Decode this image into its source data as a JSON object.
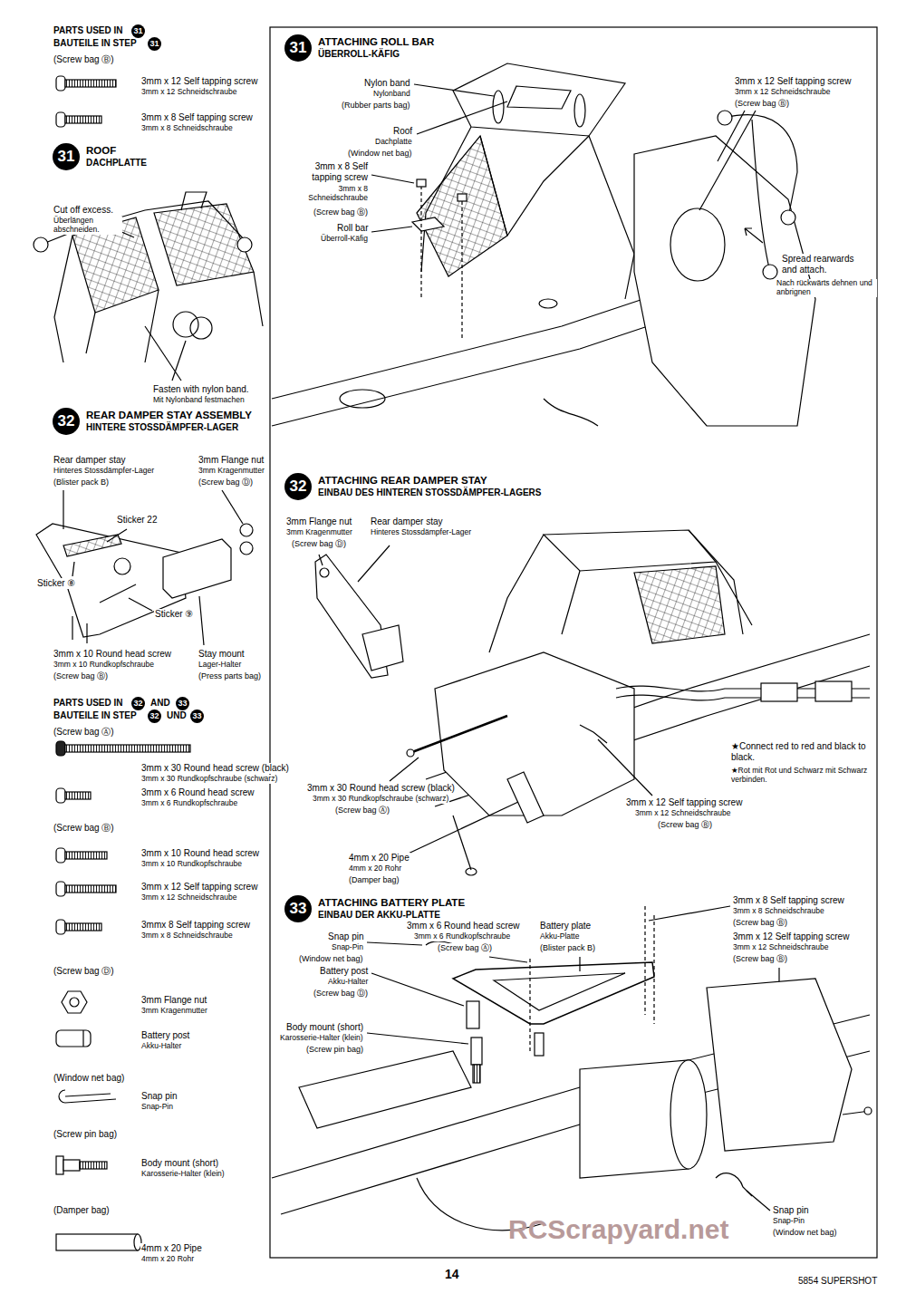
{
  "diagram": {
    "nodes": [
      {
        "text": [
          "31",
          "ROOF",
          "DACHPLATTE"
        ]
      },
      {
        "text": [
          "32",
          "REAR DAMPER STAY ASSEMBLY",
          "HINTERE STOSSDÄMPFER-LAGER"
        ]
      },
      {
        "text": [
          "31",
          "ATTACHING ROLL BAR",
          "ÜBERROLL-KÄFIG"
        ]
      },
      {
        "text": [
          "32",
          "ATTACHING REAR DAMPER STAY",
          "EINBAU DES HINTEREN STOSSDÄMPFER-LAGERS"
        ]
      },
      {
        "text": [
          "33",
          "ATTACHING BATTERY PLATE",
          "EINBAU DER AKKU-PLATTE"
        ]
      }
    ],
    "labels": [
      "PARTS USED IN",
      "31",
      "BAUTEILE IN STEP",
      "31",
      "(Screw bag Ⓑ)",
      "3mm x 12 Self tapping screw",
      "3mm x 12 Schneidschraube",
      "3mm x 8 Self tapping screw",
      "3mm x 8 Schneidschraube",
      "Cut off excess.",
      "Überlängen abschneiden.",
      "Fasten with nylon band.",
      "Mit Nylonband festmachen",
      "Rear damper stay",
      "Hinteres Stossdämpfer-Lager",
      "(Blister pack B)",
      "3mm Flange nut",
      "3mm Kragenmutter",
      "(Screw bag Ⓓ)",
      "Sticker 22",
      "Sticker ⑧",
      "Sticker ⑨",
      "3mm x 10 Round head screw",
      "3mm x 10 Rundkopfschraube",
      "(Screw bag Ⓑ)",
      "Stay mount",
      "Lager-Halter",
      "(Press parts bag)",
      "PARTS USED IN",
      "32",
      "AND",
      "33",
      "BAUTEILE IN STEP",
      "32",
      "UND",
      "33",
      "(Screw bag Ⓐ)",
      "3mm x 30 Round head screw (black)",
      "3mm x 30 Rundkopfschraube (schwarz)",
      "3mm x 6 Round head screw",
      "3mm x 6 Rundkopfschraube",
      "(Screw bag Ⓑ)",
      "3mm x 10 Round head screw",
      "3mm x 10 Rundkopfschraube",
      "3mm x 12 Self tapping screw",
      "3mm x 12 Schneidschraube",
      "3mmx 8 Self tapping screw",
      "3mm x 8 Schneidschraube",
      "(Screw bag Ⓓ)",
      "3mm Flange nut",
      "3mm Kragenmutter",
      "Battery post",
      "Akku-Halter",
      "(Window net bag)",
      "Snap pin",
      "Snap-Pin",
      "(Screw pin bag)",
      "Body mount (short)",
      "Karosserie-Halter (klein)",
      "(Damper bag)",
      "4mm x 20 Pipe",
      "4mm x 20 Rohr",
      "Nylon band",
      "Nylonband",
      "(Rubber parts bag)",
      "Roof",
      "Dachplatte",
      "(Window net bag)",
      "3mm x 8 Self tapping screw",
      "3mm x 8 Schneidschraube",
      "(Screw bag Ⓑ)",
      "Roll bar",
      "Überroll-Käfig",
      "3mm x 12 Self tapping screw",
      "3mm x 12 Schneidschraube",
      "(Screw bag Ⓑ)",
      "Spread rearwards and attach.",
      "Nach rückwärts dehnen und anbrignen",
      "3mm Flange nut",
      "3mm Kragenmutter",
      "(Screw bag Ⓓ)",
      "Rear damper stay",
      "Hinteres Stossdämpfer-Lager",
      "★Connect red to red and black to black.",
      "★Rot mit Rot und Schwarz mit Schwarz verbinden.",
      "3mm x 30 Round head screw (black)",
      "3mm x 30 Rundkopfschraube (schwarz)",
      "(Screw bag Ⓐ)",
      "3mm x 12 Self tapping screw",
      "3mm x 12 Schneidschraube",
      "(Screw bag Ⓑ)",
      "4mm x 20 Pipe",
      "4mm x 20 Rohr",
      "(Damper bag)",
      "3mm x 6 Round head screw",
      "3mm x 6 Rundkopfschraube",
      "(Screw bag Ⓐ)",
      "Battery plate",
      "Akku-Platte",
      "(Blister pack B)",
      "3mm x 8 Self tapping screw",
      "3mm x 8 Schneidschraube",
      "(Screw bag Ⓑ)",
      "3mm x 12 Self tapping screw",
      "3mm x 12 Schneidschraube",
      "(Screw bag Ⓑ)",
      "Snap pin",
      "Snap-Pin",
      "(Window net bag)",
      "Battery post",
      "Akku-Halter",
      "(Screw bag Ⓓ)",
      "Body mount (short)",
      "Karosserie-Halter (klein)",
      "(Screw pin bag)",
      "Snap pin",
      "Snap-Pin",
      "(Window net bag)",
      "RCScrapyard.net",
      "14",
      "5854 SUPERSHOT"
    ]
  }
}
